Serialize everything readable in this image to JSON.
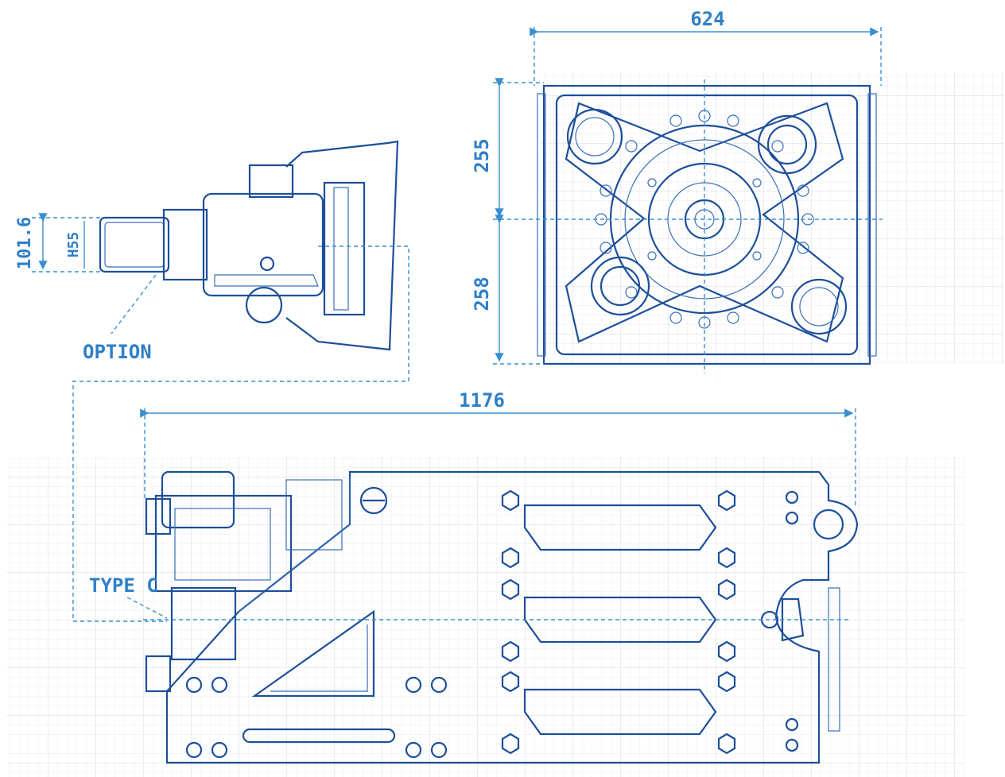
{
  "dimensions": {
    "width": "624",
    "upper": "255",
    "lower": "258",
    "shank_diameter": "101.6",
    "hex_size": "H55",
    "length": "1176"
  },
  "labels": {
    "option": "OPTION",
    "type_c": "TYPE C"
  },
  "colors": {
    "line": "#1d4f9a",
    "dimension": "#3a8fd0",
    "grid": "#d5dae3"
  }
}
